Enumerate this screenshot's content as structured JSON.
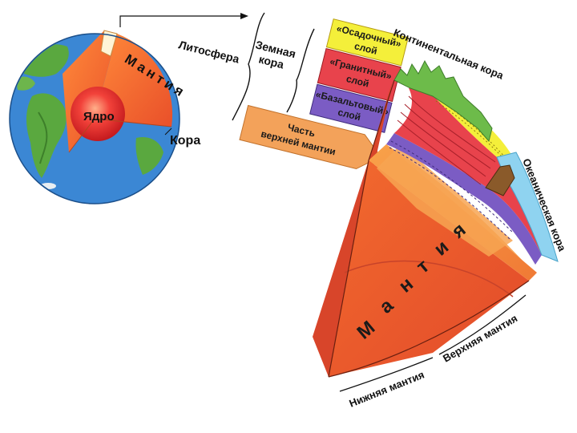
{
  "globe": {
    "core_label": "Ядро",
    "mantle_label": "Мантия",
    "crust_label": "Кора"
  },
  "lithosphere": {
    "label": "Литосфера"
  },
  "earth_crust": {
    "label_line1": "Земная",
    "label_line2": "кора",
    "layers": [
      {
        "line1": "«Осадочный»",
        "line2": "слой",
        "color": "#f4ef3a"
      },
      {
        "line1": "«Гранитный»",
        "line2": "слой",
        "color": "#e8434c"
      },
      {
        "line1": "«Базальтовый»",
        "line2": "слой",
        "color": "#7b5cc4"
      }
    ]
  },
  "upper_mantle_part": {
    "line1": "Часть",
    "line2": "верхней мантии",
    "color": "#f3a25a"
  },
  "section": {
    "continental_crust": "Континентальная кора",
    "oceanic_crust": "Океаническая кора",
    "mantle_letters": [
      "М",
      "а",
      "н",
      "т",
      "и",
      "я"
    ],
    "lower_mantle": "Нижняя мантия",
    "upper_mantle": "Верхняя мантия"
  },
  "colors": {
    "ocean": "#3a8fd6",
    "land": "#5fae45",
    "mantle": "#f06a2b",
    "core": "#e8242a",
    "sediment": "#f4ef3a",
    "granite": "#e8434c",
    "basalt": "#7b5cc4",
    "water": "#8fd3f0"
  }
}
